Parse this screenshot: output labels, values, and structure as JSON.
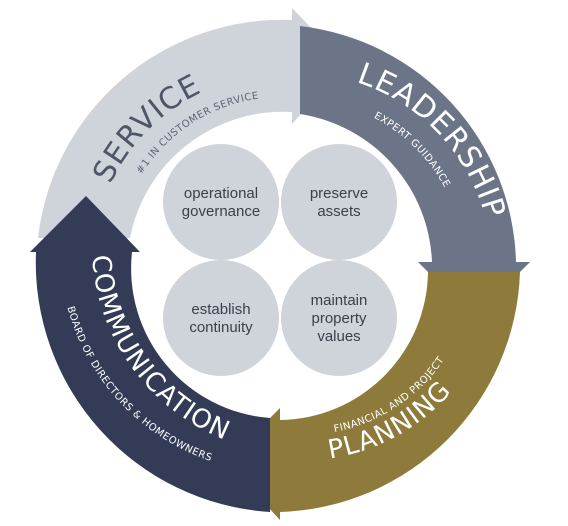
{
  "segments": {
    "service": {
      "title": "SERVICE",
      "subtitle": "#1 IN CUSTOMER SERVICE",
      "color": "#cfd3da"
    },
    "leadership": {
      "title": "LEADERSHIP",
      "subtitle": "EXPERT GUIDANCE",
      "color": "#6c7488"
    },
    "planning": {
      "title": "PLANNING",
      "subtitle": "FINANCIAL AND PROJECT",
      "color": "#8e7a3b"
    },
    "communication": {
      "title": "COMMUNICATION",
      "subtitle": "BOARD OF DIRECTORS & HOMEOWNERS",
      "color": "#333b57"
    }
  },
  "center": {
    "top_left": {
      "line1": "operational",
      "line2": "governance"
    },
    "top_right": {
      "line1": "preserve",
      "line2": "assets"
    },
    "bottom_left": {
      "line1": "establish",
      "line2": "continuity"
    },
    "bottom_right": {
      "line1": "maintain",
      "line2": "property",
      "line3": "values"
    }
  },
  "colors": {
    "circle_fill": "#cfd3da",
    "center_text": "#3a3f4a"
  }
}
